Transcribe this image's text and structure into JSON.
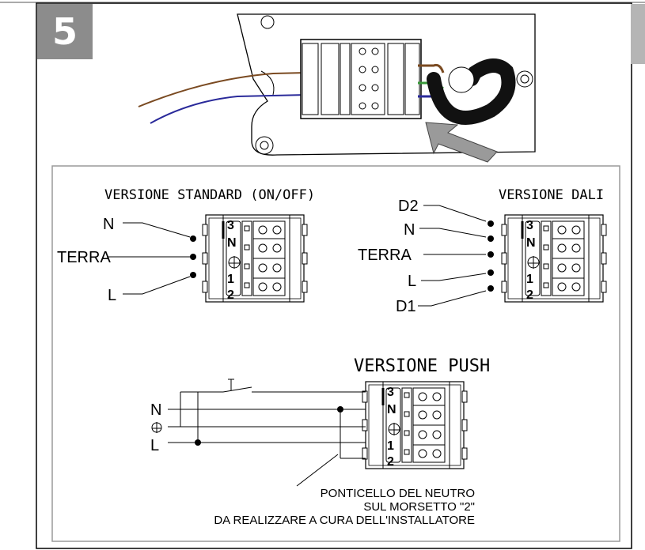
{
  "step": {
    "number": "5"
  },
  "standard": {
    "title": "VERSIONE STANDARD (ON/OFF)",
    "labels": {
      "n": "N",
      "terra": "TERRA",
      "l": "L"
    }
  },
  "dali": {
    "title": "VERSIONE DALI",
    "labels": {
      "d2": "D2",
      "n": "N",
      "terra": "TERRA",
      "l": "L",
      "d1": "D1"
    }
  },
  "push": {
    "title": "VERSIONE PUSH",
    "labels": {
      "n": "N",
      "ground_symbol": "⏚",
      "l": "L"
    },
    "note": {
      "line1": "PONTICELLO DEL NEUTRO",
      "line2": "SUL MORSETTO \"2\"",
      "line3": "DA REALIZZARE A CURA DELL'INSTALLATORE"
    }
  },
  "terminal": {
    "digits": [
      "3",
      "N",
      "1",
      "2"
    ],
    "ground_icon": "ground-icon"
  },
  "colors": {
    "badge": "#8c8c8c",
    "brown_wire": "#7a4a21",
    "blue_wire": "#2a2a9a",
    "green_wire": "#3a9a3a",
    "arrow": "#9a9a9a",
    "box_border": "#9a9a9a"
  }
}
